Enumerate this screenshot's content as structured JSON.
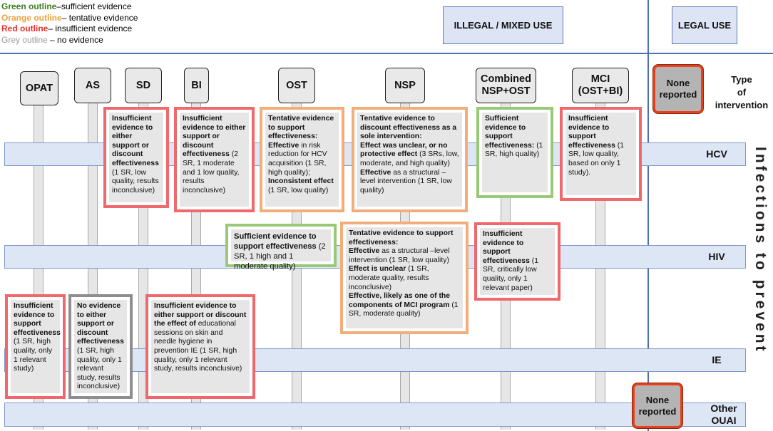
{
  "legend": [
    {
      "label": "Green outline",
      "desc": "–sufficient evidence",
      "color": "#3a7d1e"
    },
    {
      "label": "Orange outline",
      "desc": "– tentative evidence",
      "color": "#e8a33d"
    },
    {
      "label": "Red outline",
      "desc": "– insufficient evidence",
      "color": "#e5302a"
    },
    {
      "label": "Grey outline",
      "desc": " – no evidence",
      "color": "#9a9a9a"
    }
  ],
  "header": {
    "illegal": "ILLEGAL / MIXED USE",
    "legal": "LEGAL USE"
  },
  "interventions": {
    "opat": "OPAT",
    "as": "AS",
    "sd": "SD",
    "bi": "BI",
    "ost": "OST",
    "nsp": "NSP",
    "combined_line1": "Combined",
    "combined_line2": "NSP+OST",
    "mci_line1": "MCI",
    "mci_line2": "(OST+BI)"
  },
  "none_reported": {
    "line1": "None",
    "line2": "reported"
  },
  "type_label": {
    "line1": "Type",
    "line2": "of",
    "line3": "intervention"
  },
  "bands": {
    "hcv": "HCV",
    "hiv": "HIV",
    "ie": "IE",
    "other_line1": "Other",
    "other_line2": "OUAI"
  },
  "side_label": "Infections to prevent",
  "cards": {
    "sd_hcv": {
      "head": "Insufficient evidence to either support or discount effectiveness",
      "detail": " (1 SR, low quality, results inconclusive)"
    },
    "bi_hcv": {
      "head": "Insufficient evidence to either support or discount effectiveness",
      "detail": " (2 SR, 1 moderate and 1 low quality, results inconclusive)"
    },
    "ost_hcv": {
      "head": "Tentative evidence to support effectiveness:",
      "l1b": "Effective",
      "l1": " in risk reduction for HCV acquisition (1 SR, high quality);",
      "l2b": "Inconsistent effect",
      "l2": " (1 SR, low quality)"
    },
    "nsp_hcv": {
      "head": "Tentative evidence to discount effectiveness as a sole intervention:",
      "l1b": "Effect was unclear, or no protective effect",
      "l1": " (3 SRs, low, moderate, and high quality)",
      "l2b": "Effective",
      "l2": " as a structural –level intervention (1 SR, low quality)"
    },
    "comb_hcv": {
      "head": "Sufficient evidence to support effectiveness:",
      "detail": " (1 SR, high quality)"
    },
    "mci_hcv": {
      "head": "Insufficient evidence to support effectiveness",
      "detail": " (1 SR, low quality, based on only 1 study)."
    },
    "ost_hiv": {
      "head": "Sufficient evidence to support effectiveness",
      "detail": " (2 SR, 1 high and 1 moderate quality)"
    },
    "nsp_hiv": {
      "head": "Tentative evidence to support effectiveness:",
      "l1b": "Effective",
      "l1": " as a structural –level intervention (1 SR, low quality)",
      "l2b": "Effect is unclear",
      "l2": " (1 SR, moderate quality, results inconclusive)",
      "l3b": "Effective, likely as one of the components of MCI program",
      "l3": " (1 SR, moderate quality)"
    },
    "mci_hiv": {
      "head": "Insufficient evidence to support effectiveness",
      "detail": " (1 SR, critically low quality, only 1 relevant paper)"
    },
    "opat_ie": {
      "head": "Insufficient evidence to support effectiveness",
      "detail": " (1 SR, high quality, only 1 relevant study)"
    },
    "as_ie": {
      "head": "No evidence to either support or discount effectiveness",
      "detail": " (1 SR, high quality, only 1 relevant study, results inconclusive)"
    },
    "bi_ie": {
      "head": "Insufficient evidence to either support or discount the effect of",
      "detail": " educational sessions on skin and needle hygiene in prevention IE (1 SR, high quality, only 1 relevant study, results inconclusive)"
    }
  }
}
